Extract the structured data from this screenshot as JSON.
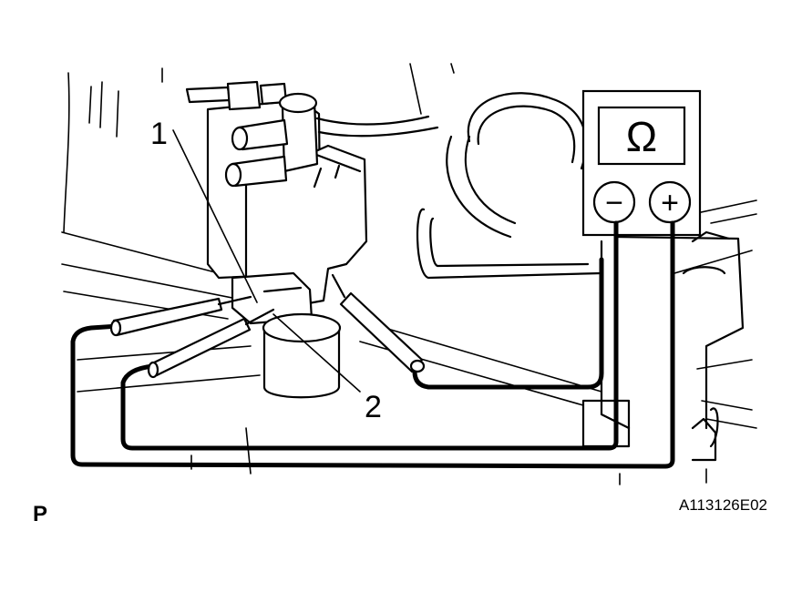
{
  "figure": {
    "callouts": [
      {
        "id": "callout-1",
        "label": "1"
      },
      {
        "id": "callout-2",
        "label": "2"
      }
    ],
    "meter": {
      "display_symbol": "Ω",
      "negative_terminal": "−",
      "positive_terminal": "+"
    },
    "view_label": "P",
    "figure_id": "A113126E02"
  }
}
